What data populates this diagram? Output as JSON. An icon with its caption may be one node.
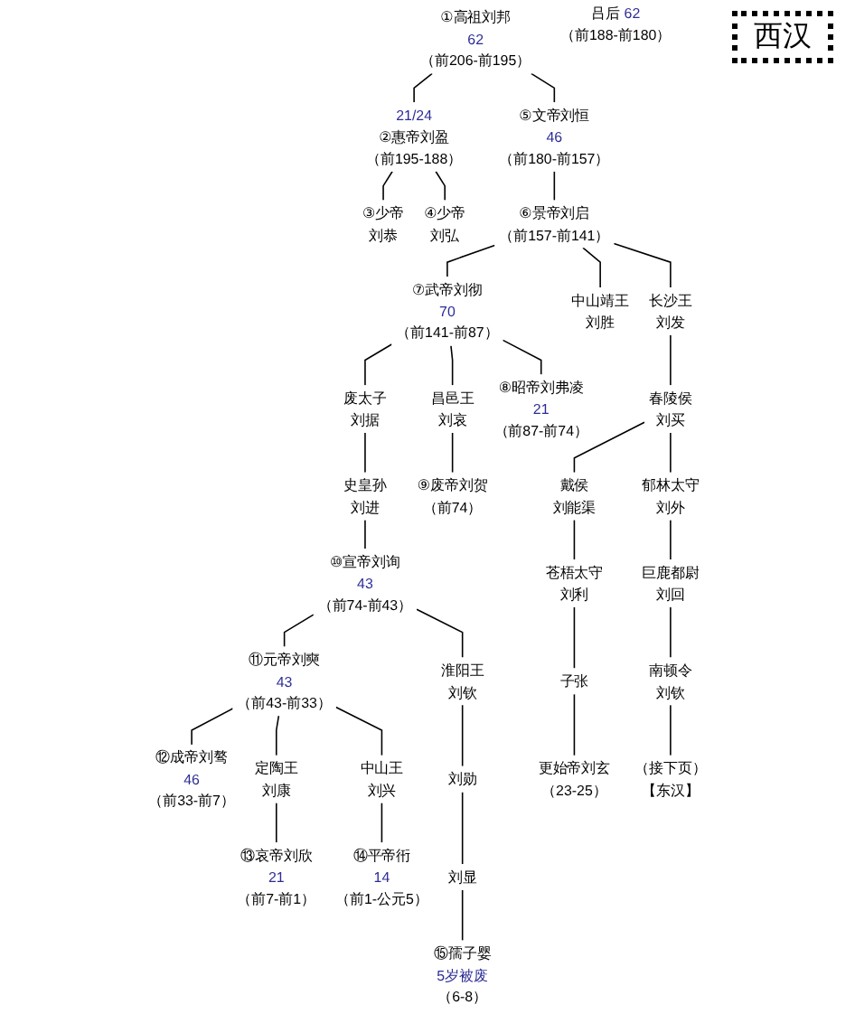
{
  "diagram": {
    "title": "西汉",
    "nodes": [
      {
        "text": [
          "①高祖刘邦",
          "62",
          "（前206-前195）"
        ]
      },
      {
        "text": [
          "21/24",
          "②惠帝刘盈",
          "（前195-188）"
        ]
      },
      {
        "text": [
          "⑤文帝刘恒",
          "46",
          "（前180-前157）"
        ]
      },
      {
        "text": [
          "③少帝",
          "刘恭"
        ]
      },
      {
        "text": [
          "④少帝",
          "刘弘"
        ]
      },
      {
        "text": [
          "⑥景帝刘启",
          "（前157-前141）"
        ]
      },
      {
        "text": [
          "⑦武帝刘彻",
          "70",
          "（前141-前87）"
        ]
      },
      {
        "text": [
          "中山靖王",
          "刘胜"
        ]
      },
      {
        "text": [
          "长沙王",
          "刘发"
        ]
      },
      {
        "text": [
          "废太子",
          "刘据"
        ]
      },
      {
        "text": [
          "昌邑王",
          "刘哀"
        ]
      },
      {
        "text": [
          "⑧昭帝刘弗凌",
          "21",
          "（前87-前74）"
        ]
      },
      {
        "text": [
          "春陵侯",
          "刘买"
        ]
      },
      {
        "text": [
          "史皇孙",
          "刘进"
        ]
      },
      {
        "text": [
          "⑨废帝刘贺",
          "（前74）"
        ]
      },
      {
        "text": [
          "戴侯",
          "刘能渠"
        ]
      },
      {
        "text": [
          "郁林太守",
          "刘外"
        ]
      },
      {
        "text": [
          "⑩宣帝刘询",
          "43",
          "（前74-前43）"
        ]
      },
      {
        "text": [
          "苍梧太守",
          "刘利"
        ]
      },
      {
        "text": [
          "巨鹿都尉",
          "刘回"
        ]
      },
      {
        "text": [
          "⑪元帝刘奭",
          "43",
          "（前43-前33）"
        ]
      },
      {
        "text": [
          "淮阳王",
          "刘钦"
        ]
      },
      {
        "text": [
          "子张"
        ]
      },
      {
        "text": [
          "南顿令",
          "刘钦"
        ]
      },
      {
        "text": [
          "⑫成帝刘骜",
          "46",
          "（前33-前7）"
        ]
      },
      {
        "text": [
          "定陶王",
          "刘康"
        ]
      },
      {
        "text": [
          "中山王",
          "刘兴"
        ]
      },
      {
        "text": [
          "刘勋"
        ]
      },
      {
        "text": [
          "更始帝刘玄",
          "（23-25）"
        ]
      },
      {
        "text": [
          "（接下页）",
          "【东汉】"
        ]
      },
      {
        "text": [
          "⑬哀帝刘欣",
          "21",
          "（前7-前1）"
        ]
      },
      {
        "text": [
          "⑭平帝衎",
          "14",
          "（前1-公元5）"
        ]
      },
      {
        "text": [
          "刘显"
        ]
      },
      {
        "text": [
          "⑮孺子婴",
          "5岁被废",
          "（6-8）"
        ]
      }
    ],
    "edges": [
      {
        "from": 0,
        "to": 1,
        "arrow": "none"
      },
      {
        "from": 0,
        "to": 2,
        "arrow": "none"
      },
      {
        "from": 1,
        "to": 3,
        "arrow": "none"
      },
      {
        "from": 1,
        "to": 4,
        "arrow": "none"
      },
      {
        "from": 2,
        "to": 5,
        "arrow": "none"
      },
      {
        "from": 5,
        "to": 6,
        "arrow": "none"
      },
      {
        "from": 5,
        "to": 7,
        "arrow": "none"
      },
      {
        "from": 5,
        "to": 8,
        "arrow": "none"
      },
      {
        "from": 6,
        "to": 9,
        "arrow": "none"
      },
      {
        "from": 6,
        "to": 10,
        "arrow": "none"
      },
      {
        "from": 6,
        "to": 11,
        "arrow": "none"
      },
      {
        "from": 8,
        "to": 12,
        "arrow": "none"
      },
      {
        "from": 9,
        "to": 13,
        "arrow": "none"
      },
      {
        "from": 10,
        "to": 14,
        "arrow": "none"
      },
      {
        "from": 12,
        "to": 15,
        "arrow": "none"
      },
      {
        "from": 12,
        "to": 16,
        "arrow": "none"
      },
      {
        "from": 13,
        "to": 17,
        "arrow": "none"
      },
      {
        "from": 15,
        "to": 18,
        "arrow": "none"
      },
      {
        "from": 16,
        "to": 19,
        "arrow": "none"
      },
      {
        "from": 17,
        "to": 20,
        "arrow": "none"
      },
      {
        "from": 17,
        "to": 21,
        "arrow": "none"
      },
      {
        "from": 18,
        "to": 22,
        "arrow": "none"
      },
      {
        "from": 19,
        "to": 23,
        "arrow": "none"
      },
      {
        "from": 20,
        "to": 24,
        "arrow": "none"
      },
      {
        "from": 20,
        "to": 25,
        "arrow": "none"
      },
      {
        "from": 20,
        "to": 26,
        "arrow": "none"
      },
      {
        "from": 21,
        "to": 27,
        "arrow": "none"
      },
      {
        "from": 22,
        "to": 28,
        "arrow": "none"
      },
      {
        "from": 23,
        "to": 29,
        "arrow": "none"
      },
      {
        "from": 25,
        "to": 30,
        "arrow": "none"
      },
      {
        "from": 26,
        "to": 31,
        "arrow": "none"
      },
      {
        "from": 27,
        "to": 32,
        "arrow": "none"
      },
      {
        "from": 32,
        "to": 33,
        "arrow": "none"
      }
    ],
    "labels": [
      "吕后",
      "62",
      "（前188-前180）"
    ]
  }
}
